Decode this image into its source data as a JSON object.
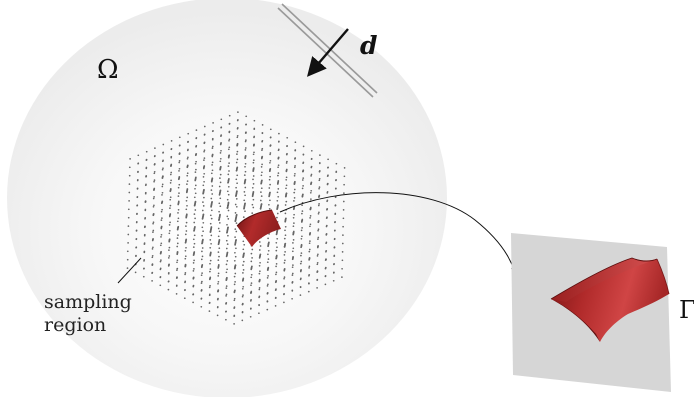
{
  "labels": {
    "domain": "Ω",
    "direction": "d",
    "sampling_line1": "sampling",
    "sampling_line2": "region",
    "boundary": "Γ"
  },
  "colors": {
    "domain_outer": "#f2f2f2",
    "domain_inner": "#ffffff",
    "points": "#666666",
    "scatterer_dark": "#7a1a1a",
    "scatterer_light": "#c23838",
    "plane": "#d6d6d6",
    "arrow": "#111111",
    "wave_lines": "#9a9a9a"
  },
  "icons": {
    "direction_arrow": "arrow-icon",
    "incident_plane": "plane-wave-icon"
  }
}
